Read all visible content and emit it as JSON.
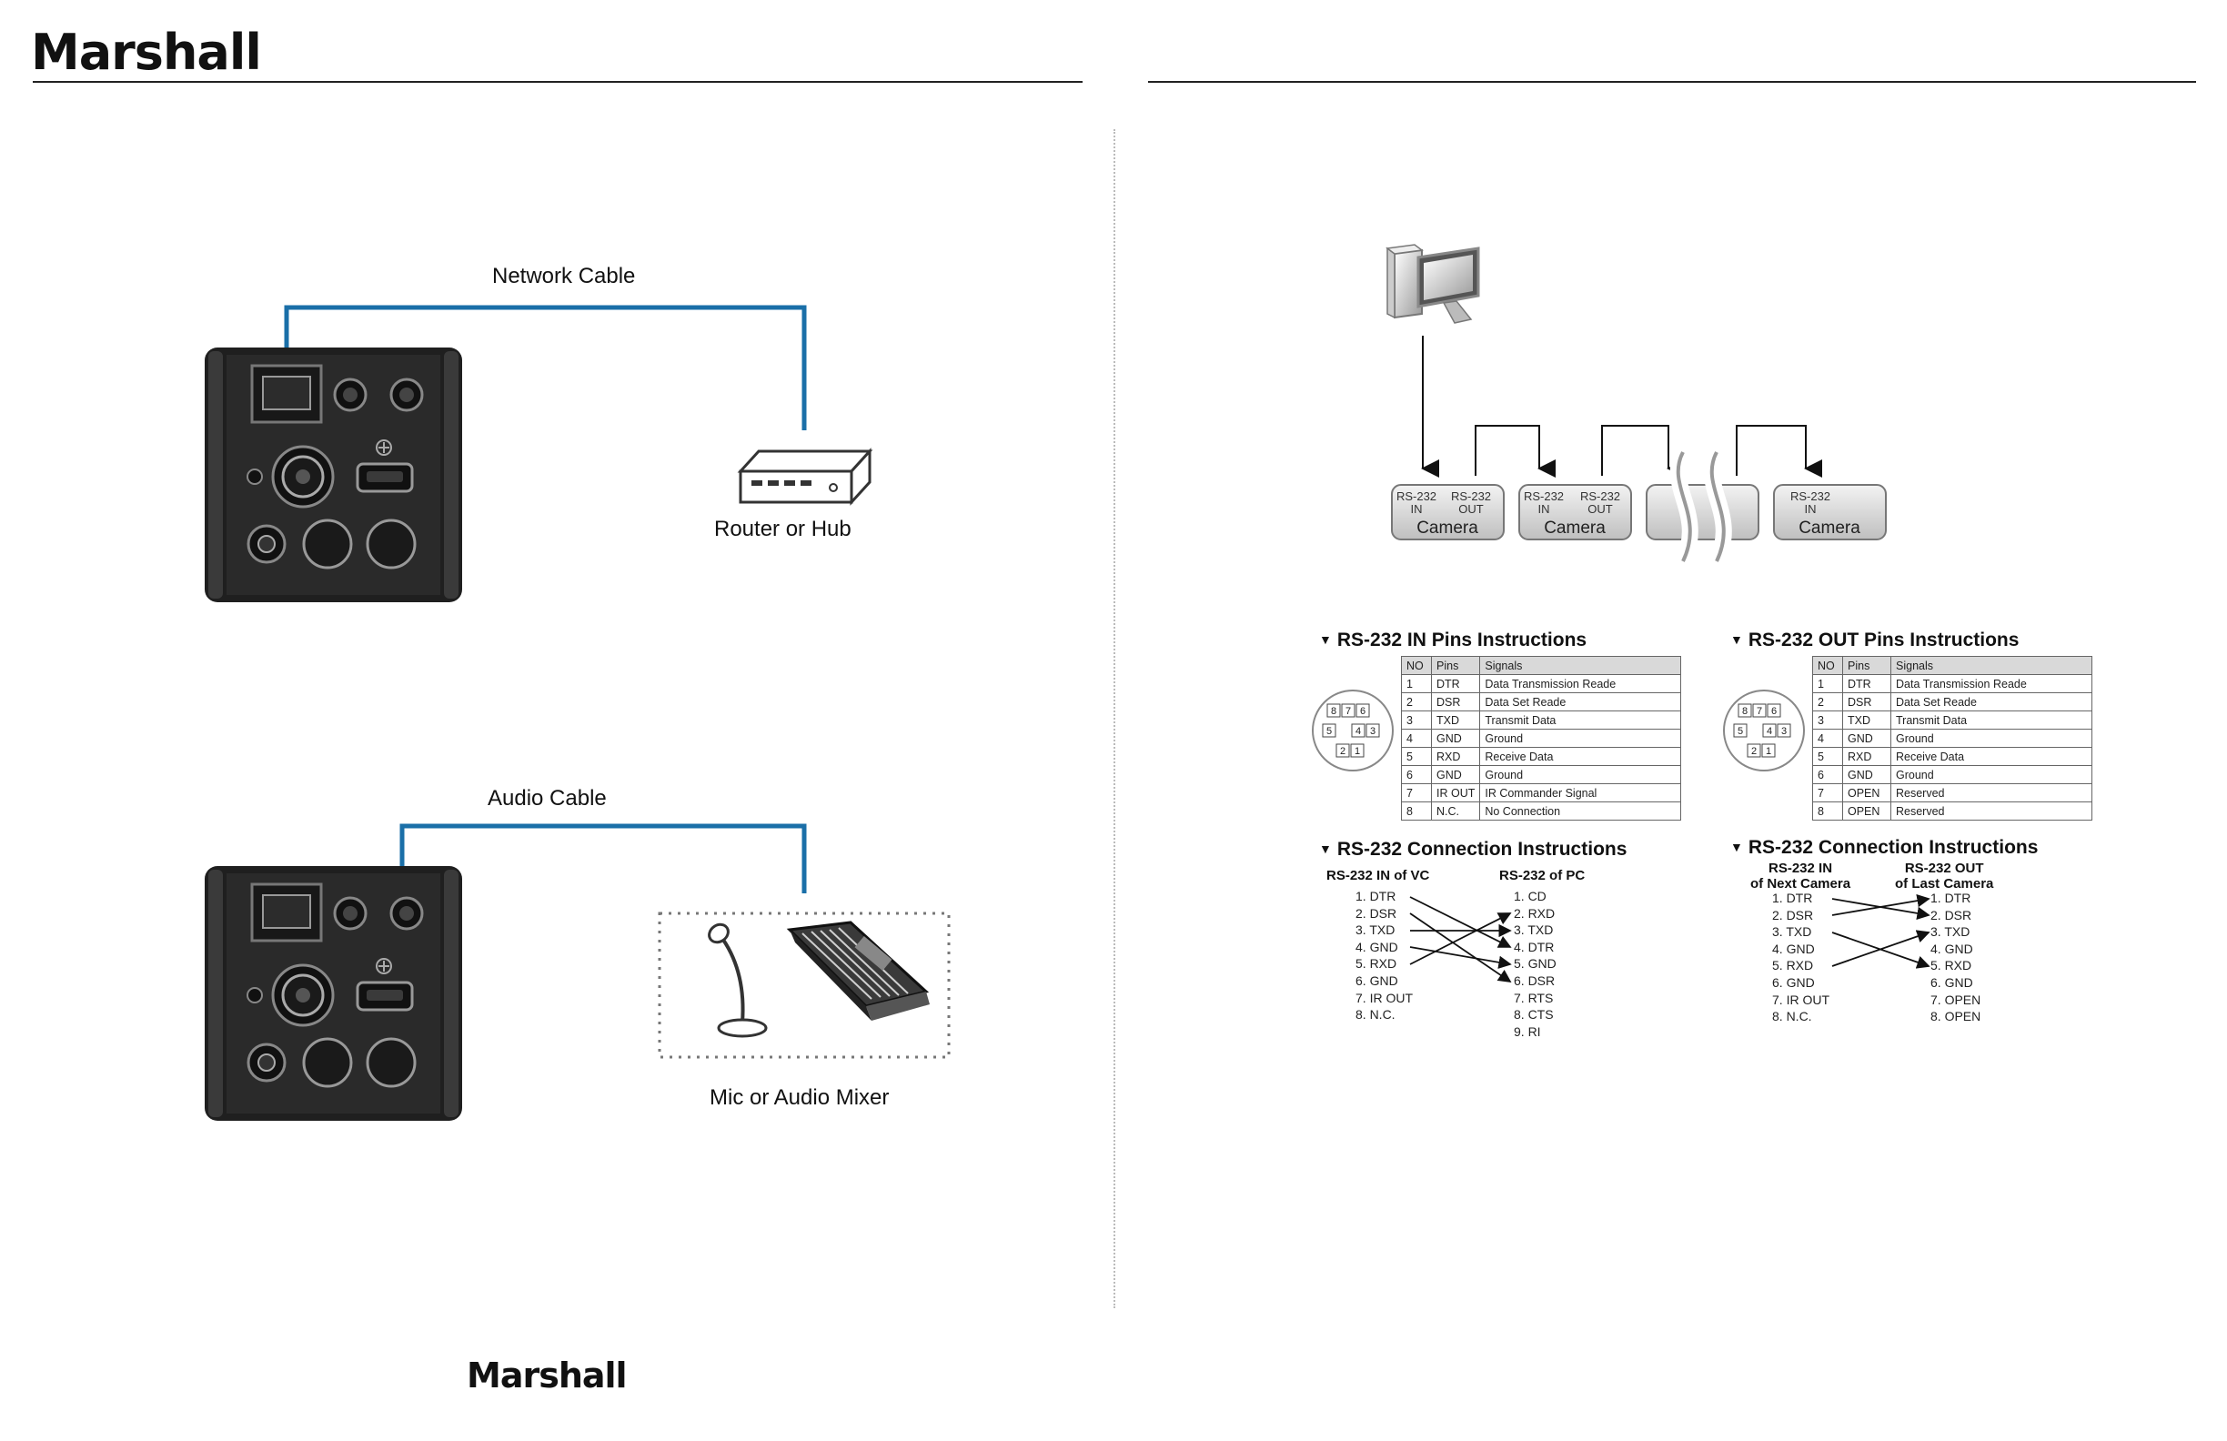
{
  "header": {
    "brand": "Marshall"
  },
  "footer": {
    "brand": "Marshall"
  },
  "left": {
    "network_cable_label": "Network Cable",
    "router_label": "Router or Hub",
    "audio_cable_label": "Audio Cable",
    "mixer_label": "Mic or Audio Mixer"
  },
  "daisy_chain": {
    "cameras": [
      {
        "ports": [
          "RS-232\nIN",
          "RS-232\nOUT"
        ],
        "label": "Camera"
      },
      {
        "ports": [
          "RS-232\nIN",
          "RS-232\nOUT"
        ],
        "label": "Camera"
      },
      {
        "ports": [
          "RS-232\nIN"
        ],
        "label": "Camera"
      }
    ]
  },
  "rs232_in_pins": {
    "title": "RS-232 IN Pins Instructions",
    "columns": [
      "NO",
      "Pins",
      "Signals"
    ],
    "rows": [
      [
        "1",
        "DTR",
        "Data Transmission Reade"
      ],
      [
        "2",
        "DSR",
        "Data Set Reade"
      ],
      [
        "3",
        "TXD",
        "Transmit Data"
      ],
      [
        "4",
        "GND",
        "Ground"
      ],
      [
        "5",
        "RXD",
        "Receive Data"
      ],
      [
        "6",
        "GND",
        "Ground"
      ],
      [
        "7",
        "IR OUT",
        "IR Commander Signal"
      ],
      [
        "8",
        "N.C.",
        "No Connection"
      ]
    ]
  },
  "rs232_out_pins": {
    "title": "RS-232 OUT Pins Instructions",
    "columns": [
      "NO",
      "Pins",
      "Signals"
    ],
    "rows": [
      [
        "1",
        "DTR",
        "Data Transmission Reade"
      ],
      [
        "2",
        "DSR",
        "Data Set Reade"
      ],
      [
        "3",
        "TXD",
        "Transmit Data"
      ],
      [
        "4",
        "GND",
        "Ground"
      ],
      [
        "5",
        "RXD",
        "Receive Data"
      ],
      [
        "6",
        "GND",
        "Ground"
      ],
      [
        "7",
        "OPEN",
        "Reserved"
      ],
      [
        "8",
        "OPEN",
        "Reserved"
      ]
    ]
  },
  "din_pin_numbers": [
    "8",
    "7",
    "6",
    "5",
    "4",
    "3",
    "2",
    "1"
  ],
  "conn_left": {
    "title": "RS-232 Connection Instructions",
    "left_head": "RS-232 IN of VC",
    "right_head": "RS-232 of PC",
    "left_pins": [
      "1. DTR",
      "2. DSR",
      "3. TXD",
      "4. GND",
      "5. RXD",
      "6. GND",
      "7. IR OUT",
      "8. N.C."
    ],
    "right_pins": [
      "1. CD",
      "2. RXD",
      "3. TXD",
      "4. DTR",
      "5. GND",
      "6. DSR",
      "7. RTS",
      "8. CTS",
      "9. RI"
    ]
  },
  "conn_right": {
    "title": "RS-232 Connection Instructions",
    "left_head": "RS-232 IN\nof Next Camera",
    "right_head": "RS-232 OUT\nof Last Camera",
    "left_pins": [
      "1. DTR",
      "2. DSR",
      "3. TXD",
      "4. GND",
      "5. RXD",
      "6. GND",
      "7. IR OUT",
      "8. N.C."
    ],
    "right_pins": [
      "1. DTR",
      "2. DSR",
      "3. TXD",
      "4. GND",
      "5. RXD",
      "6. GND",
      "7. OPEN",
      "8. OPEN"
    ]
  }
}
